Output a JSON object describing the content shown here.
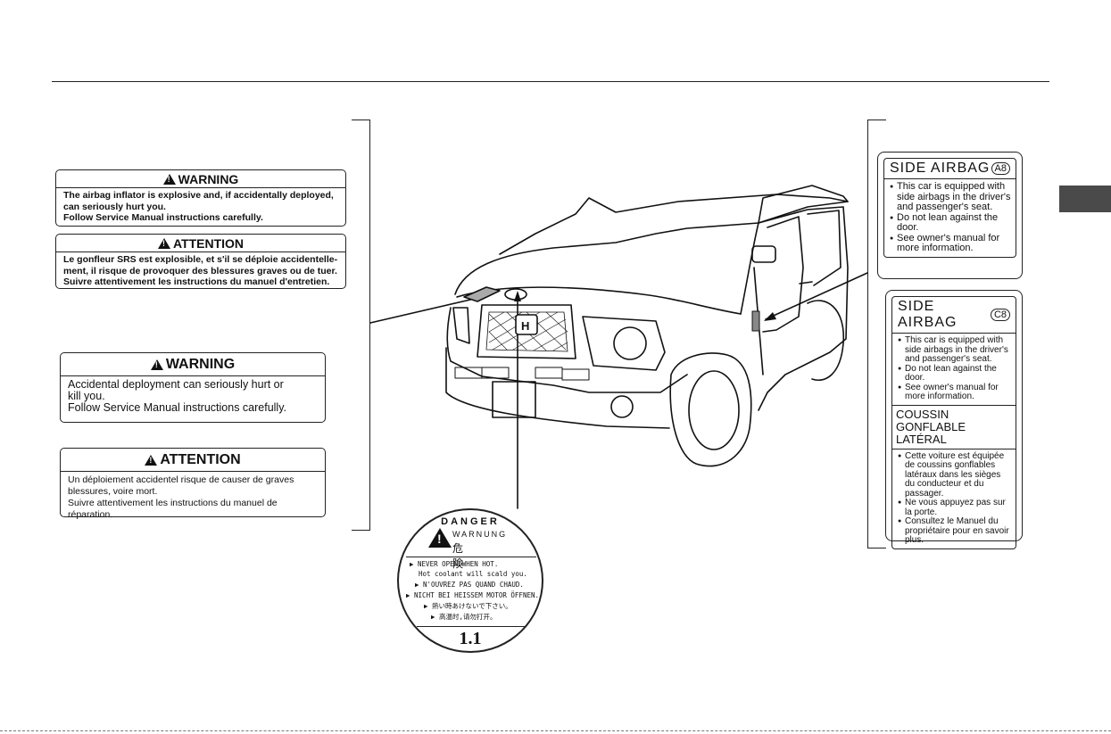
{
  "labels": {
    "inflator_warning": {
      "heading": "WARNING",
      "lines": [
        "The airbag inflator is explosive and, if accidentally deployed,",
        "can seriously hurt you.",
        "Follow Service Manual instructions carefully."
      ]
    },
    "inflator_attention": {
      "heading": "ATTENTION",
      "lines": [
        "Le gonfleur SRS est explosible, et s'il se déploie accidentelle-",
        "ment, il risque de provoquer des blessures graves ou de tuer.",
        "Suivre attentivement les instructions du manuel d'entretien."
      ]
    },
    "deployment_warning": {
      "heading": "WARNING",
      "lines": [
        "Accidental deployment can seriously hurt or",
        "kill you.",
        "Follow Service Manual instructions carefully."
      ]
    },
    "deployment_attention": {
      "heading": "ATTENTION",
      "lines": [
        "Un déploiement accidentel risque de causer de graves",
        "blessures, voire mort.",
        "Suivre attentivement les instructions du manuel de réparation."
      ]
    },
    "side_airbag_a": {
      "title": "SIDE AIRBAG",
      "code": "A8",
      "items": [
        "This car is equipped with side airbags in the driver's and passenger's seat.",
        "Do not lean against the door.",
        "See owner's manual for more information."
      ]
    },
    "side_airbag_c": {
      "title": "SIDE AIRBAG",
      "code": "C8",
      "items": [
        "This car is equipped with side airbags in the driver's and passenger's seat.",
        "Do not lean against the door.",
        "See owner's manual for more information."
      ],
      "fr_title": "COUSSIN GONFLABLE LATÉRAL",
      "fr_items": [
        "Cette voiture est équipée de coussins gonflables latéraux dans les sièges du conducteur et du passager.",
        "Ne vous appuyez pas sur la porte.",
        "Consultez le Manuel du propriétaire pour en savoir plus."
      ]
    },
    "radiator_cap": {
      "danger": "DANGER",
      "warnung": "WARNUNG",
      "kanji": "危 険",
      "lines": [
        "NEVER OPEN WHEN HOT.",
        "Hot coolant will scald you.",
        "N'OUVREZ PAS QUAND CHAUD.",
        "NICHT BEI HEISSEM MOTOR ÖFFNEN.",
        "熱い時あけないで下さい。",
        "高温时,请勿打开。"
      ],
      "rating": "1.1"
    }
  },
  "colors": {
    "ink": "#111111",
    "tab_marker": "#4a4a4a"
  }
}
